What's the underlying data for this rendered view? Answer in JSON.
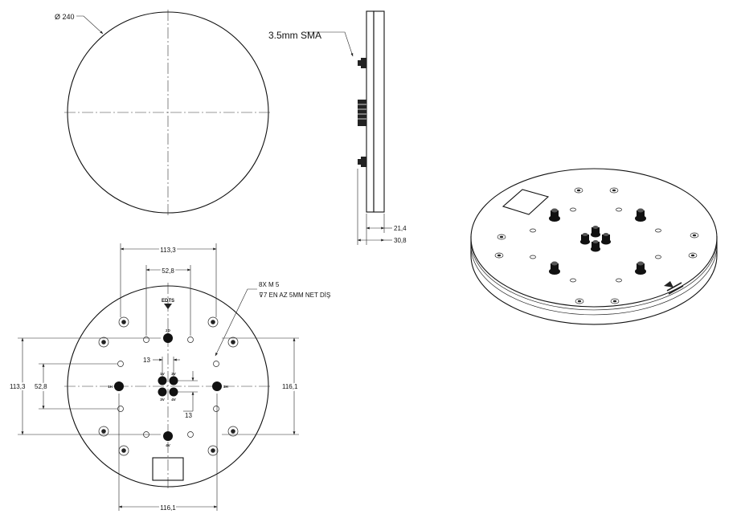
{
  "labels": {
    "diameter": "Ø 240",
    "connector": "3.5mm SMA",
    "thickness_inner": "21,4",
    "thickness_outer": "30,8",
    "top_width_outer": "113,3",
    "top_width_inner": "52,8",
    "left_height_outer": "113,3",
    "left_height_inner": "52,8",
    "right_height": "116,1",
    "bottom_width": "116,1",
    "center_spacing_h": "13",
    "center_spacing_v": "13",
    "hole_note_1": "8X  M 5",
    "hole_note_2": "⊽7 EN AZ 5MM NET DİŞ",
    "port_center_1": "1V",
    "port_center_2": "2V",
    "port_center_3": "3V",
    "port_center_4": "4V",
    "port_top": "2D",
    "port_bottom": "4V",
    "port_left": "1H",
    "port_right": "3H",
    "logo_text": "EDTS"
  }
}
